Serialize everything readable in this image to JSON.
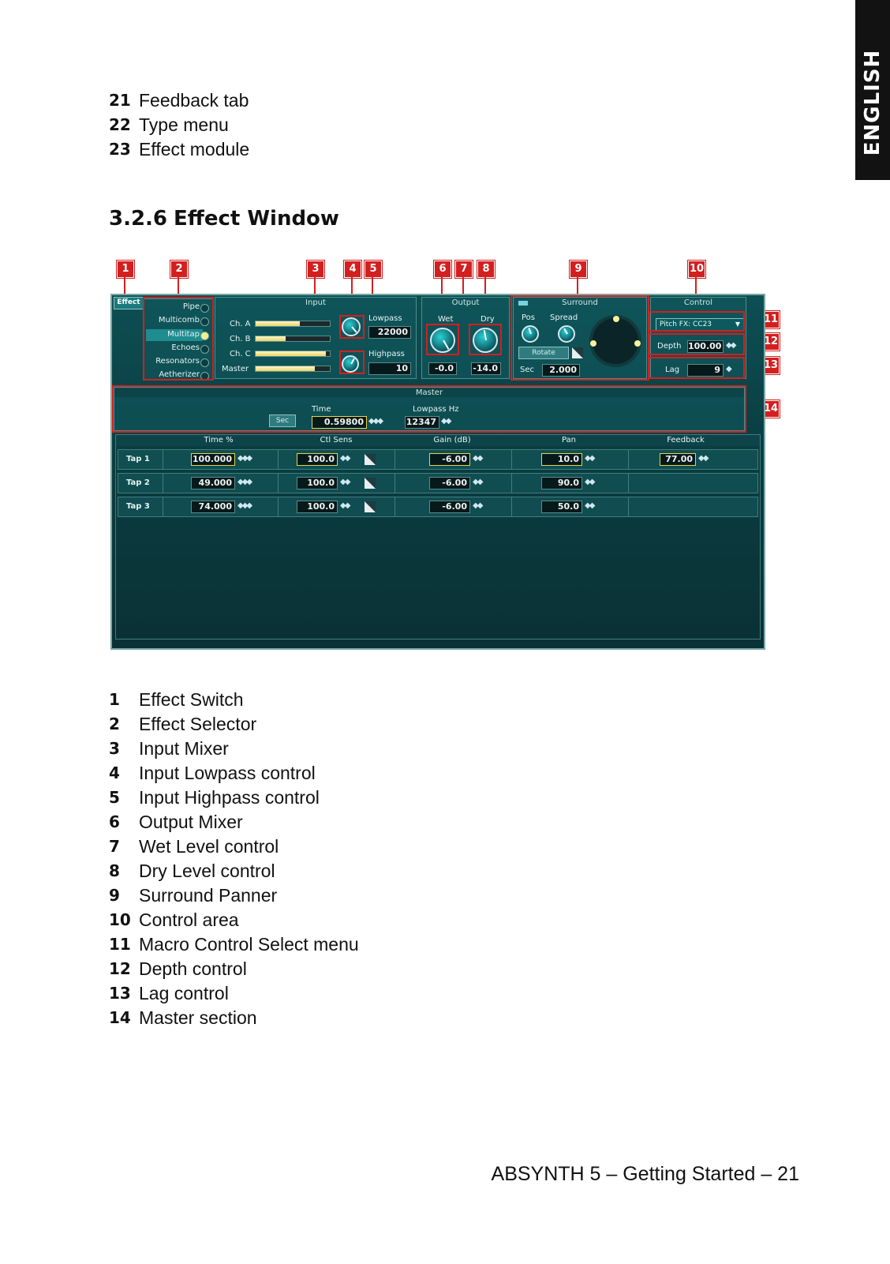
{
  "side_tab": {
    "label": "ENGLISH"
  },
  "top_list": [
    {
      "num": "21",
      "label": "Feedback tab"
    },
    {
      "num": "22",
      "label": "Type menu"
    },
    {
      "num": "23",
      "label": "Effect module"
    }
  ],
  "section": {
    "number": "3.2.6",
    "title": "Effect Window"
  },
  "figure": {
    "callouts": [
      "1",
      "2",
      "3",
      "4",
      "5",
      "6",
      "7",
      "8",
      "9",
      "10",
      "11",
      "12",
      "13",
      "14"
    ],
    "effect_tab": "Effect",
    "selector_items": [
      "Pipe",
      "Multicomb",
      "Multitap",
      "Echoes",
      "Resonators",
      "Aetherizer"
    ],
    "input": {
      "title": "Input",
      "channels": [
        "Ch. A",
        "Ch. B",
        "Ch. C",
        "Master"
      ],
      "channel_levels": [
        0.6,
        0.4,
        0.95,
        0.8
      ],
      "lowpass_label": "Lowpass",
      "lowpass_value": "22000",
      "highpass_label": "Highpass",
      "highpass_value": "10"
    },
    "output": {
      "title": "Output",
      "wet_label": "Wet",
      "dry_label": "Dry",
      "wet_value": "-0.0",
      "dry_value": "-14.0"
    },
    "surround": {
      "title": "Surround",
      "pos_label": "Pos",
      "spread_label": "Spread",
      "rotate_label": "Rotate",
      "sec_label": "Sec",
      "sec_value": "2.000"
    },
    "control": {
      "title": "Control",
      "macro_select": "Pitch FX: CC23",
      "depth_label": "Depth",
      "depth_value": "100.00",
      "lag_label": "Lag",
      "lag_value": "9"
    },
    "master": {
      "title": "Master",
      "sec_button": "Sec",
      "time_label": "Time",
      "time_value": "0.59800",
      "lowpass_label": "Lowpass Hz",
      "lowpass_value": "12347"
    },
    "table": {
      "headers": [
        "Time %",
        "Ctl Sens",
        "Gain (dB)",
        "Pan",
        "Feedback"
      ],
      "rows": [
        {
          "tap": "Tap 1",
          "time": "100.000",
          "ctl": "100.0",
          "gain": "-6.00",
          "pan": "10.0",
          "feedback": "77.00"
        },
        {
          "tap": "Tap 2",
          "time": "49.000",
          "ctl": "100.0",
          "gain": "-6.00",
          "pan": "90.0",
          "feedback": ""
        },
        {
          "tap": "Tap 3",
          "time": "74.000",
          "ctl": "100.0",
          "gain": "-6.00",
          "pan": "50.0",
          "feedback": ""
        }
      ]
    }
  },
  "legend": [
    {
      "num": "1",
      "label": "Effect Switch"
    },
    {
      "num": "2",
      "label": "Effect Selector"
    },
    {
      "num": "3",
      "label": "Input Mixer"
    },
    {
      "num": "4",
      "label": "Input Lowpass control"
    },
    {
      "num": "5",
      "label": "Input Highpass control"
    },
    {
      "num": "6",
      "label": "Output Mixer"
    },
    {
      "num": "7",
      "label": "Wet Level control"
    },
    {
      "num": "8",
      "label": "Dry Level control"
    },
    {
      "num": "9",
      "label": "Surround Panner"
    },
    {
      "num": "10",
      "label": "Control area"
    },
    {
      "num": "11",
      "label": "Macro Control Select menu"
    },
    {
      "num": "12",
      "label": "Depth control"
    },
    {
      "num": "13",
      "label": "Lag control"
    },
    {
      "num": "14",
      "label": "Master section"
    }
  ],
  "footer": "ABSYNTH 5 – Getting Started – 21"
}
